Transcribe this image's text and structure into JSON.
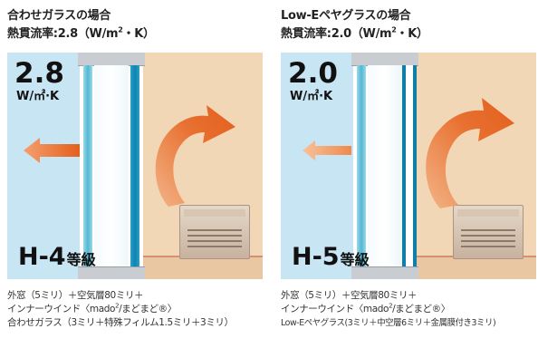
{
  "panels": {
    "left": {
      "title_line1": "合わせガラスの場合",
      "title_line2_prefix": "熱貫流率:2.8（W/m",
      "title_line2_sup": "2",
      "title_line2_suffix": "・K）",
      "value": "2.8",
      "unit": "W/㎡·K",
      "grade_main": "H-4",
      "grade_suffix": "等級",
      "desc_line1": "外窓（5ミリ）＋空気層80ミリ＋",
      "desc_line2_prefix": "インナーウインド〈mado",
      "desc_line2_sup": "2",
      "desc_line2_suffix": "/まどまど®〉",
      "desc_line3": "合わせガラス（3ミリ＋特殊フィルム1.5ミリ＋3ミリ）"
    },
    "right": {
      "title_line1": "Low-Eペヤグラスの場合",
      "title_line2_prefix": "熱貫流率:2.0（W/m",
      "title_line2_sup": "2",
      "title_line2_suffix": "・K）",
      "value": "2.0",
      "unit": "W/㎡·K",
      "grade_main": "H-5",
      "grade_suffix": "等級",
      "desc_line1": "外窓（5ミリ）＋空気層80ミリ＋",
      "desc_line2_prefix": "インナーウインド〈mado",
      "desc_line2_sup": "2",
      "desc_line2_suffix": "/まどまど®〉",
      "desc_line3": "Low-Eペヤグラス(3ミリ＋中空層6ミリ＋金属膜付き3ミリ)"
    }
  },
  "colors": {
    "exterior": "#c8e5f3",
    "interior": "#f1d7b5",
    "arrow": "#ea6a23",
    "glass": "#1b94bd"
  },
  "icons": [
    "heat-loss-arrow-icon",
    "heat-circulation-arrow-icon",
    "heater-icon"
  ]
}
